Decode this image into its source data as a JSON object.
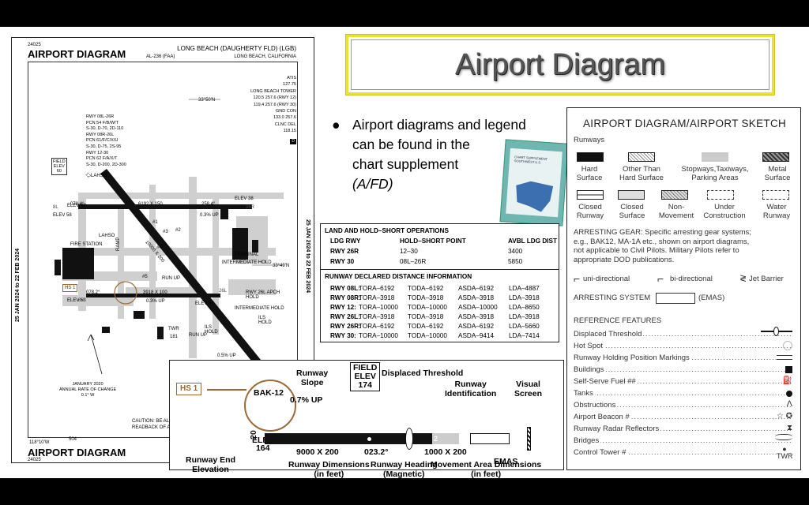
{
  "title": "Airport Diagram",
  "bullet": {
    "lines": [
      "Airport diagrams and legend",
      "can be found in the",
      "chart supplement"
    ],
    "italic": "(A/FD)"
  },
  "booklet": {
    "title_lines": [
      "CHART SUPPLEMENT",
      "SOUTHWEST U.S."
    ]
  },
  "diagram": {
    "id": "24025",
    "heading": "AIRPORT DIAGRAM",
    "al_number": "AL-236 (FAA)",
    "airport_name": "LONG BEACH (DAUGHERTY FLD) (LGB)",
    "airport_city": "LONG BEACH, CALIFORNIA",
    "frequencies": [
      "ATIS",
      "127.75",
      "LONG BEACH TOWER",
      "120.5 257.6 (RWY 12)",
      "119.4 257.6 (RWY 30)",
      "GND CON",
      "133.0 257.6",
      "CLNC DEL",
      "118.15"
    ],
    "cpdlc": "D",
    "pcn": [
      "RWY 08L-26R",
      "PCN 54 F/B/W/T",
      "S-30, D-70, 2D-110",
      "RWY 08R-26L",
      "PCN 61/F/C/X/U",
      "S-30, D-75, 2S-95",
      "RWY 12-30",
      "PCN 62 F/A/X/T",
      "S-30, D-200, 2D-300"
    ],
    "lat_top": "33°50'N",
    "lat_mid": "33°49'N",
    "field_elev": [
      "FIELD",
      "ELEV",
      "60"
    ],
    "elev_labels": [
      "ELEV 58",
      "ELEV 38",
      "ELEV 53",
      "ELEV 57",
      "ELEV 38"
    ],
    "rwy_dims": [
      "6192 X 150",
      "3918 X 100",
      "10000 X 200"
    ],
    "headings": [
      "078.4°",
      "258.4°",
      "078.2°"
    ],
    "slopes": [
      "0.3% UP",
      "0.5% UP",
      "0.3% UP"
    ],
    "labels": [
      "LAHSO",
      "FIRE STATION",
      "TERMINAL",
      "INTERMEDIATE HOLD",
      "RWY 26L APCH HOLD",
      "INTERMEDIATE HOLD",
      "ILS HOLD",
      "RUN UP",
      "TWR",
      "RUN UP",
      "ILS HOLD",
      "RAMP",
      "LAHSO"
    ],
    "hot_spots": [
      "HS 1",
      "#1",
      "#2",
      "#3",
      "#4",
      "#5"
    ],
    "rwy_numbers": [
      "8L",
      "26R",
      "8R",
      "26L",
      "12",
      "30"
    ],
    "twr_elev": "181",
    "mag_var": [
      "JANUARY 2020",
      "ANNUAL RATE OF CHANGE",
      "0.1° W"
    ],
    "caution": [
      "CAUTION: BE AL",
      "READBACK OF A"
    ],
    "date_left": "25 JAN 2024 to 22 FEB 2024",
    "date_right": "25 JAN 2024 to 22 FEB 2024",
    "longitude": "118°10'W",
    "beacon": "504",
    "footer_heading": "AIRPORT DIAGRAM",
    "footer_id": "24025"
  },
  "lahso_table": {
    "title": "LAND AND HOLD–SHORT OPERATIONS",
    "headers": [
      "LDG RWY",
      "HOLD–SHORT POINT",
      "AVBL LDG DIST"
    ],
    "rows": [
      [
        "RWY 26R",
        "12–30",
        "3400"
      ],
      [
        "RWY 30",
        "08L–26R",
        "5850"
      ]
    ],
    "declared_title": "RUNWAY DECLARED DISTANCE INFORMATION",
    "declared_rows": [
      [
        "RWY 08L:",
        "TORA–6192",
        "TODA–6192",
        "ASDA–6192",
        "LDA–4887"
      ],
      [
        "RWY 08R:",
        "TORA–3918",
        "TODA–3918",
        "ASDA–3918",
        "LDA–3918"
      ],
      [
        "RWY 12:",
        "TORA–10000",
        "TODA–10000",
        "ASDA–10000",
        "LDA–8650"
      ],
      [
        "RWY 26L:",
        "TORA–3918",
        "TODA–3918",
        "ASDA–3918",
        "LDA–3918"
      ],
      [
        "RWY 26R:",
        "TORA–6192",
        "TODA–6192",
        "ASDA–6192",
        "LDA–5660"
      ],
      [
        "RWY 30:",
        "TORA–10000",
        "TODA–10000",
        "ASDA–9414",
        "LDA–7414"
      ]
    ]
  },
  "legend": {
    "heading": "AIRPORT DIAGRAM/AIRPORT SKETCH",
    "runways_label": "Runways",
    "row1": [
      [
        "Hard",
        "Surface"
      ],
      [
        "Other Than",
        "Hard Surface"
      ],
      [
        "Stopways,Taxiways,",
        "Parking Areas"
      ],
      [
        "Metal",
        "Surface"
      ]
    ],
    "row2": [
      [
        "Closed",
        "Runway"
      ],
      [
        "Closed",
        "Surface"
      ],
      [
        "Non-",
        "Movement"
      ],
      [
        "Under",
        "Construction"
      ],
      [
        "Water",
        "Runway"
      ]
    ],
    "arresting_text": [
      "ARRESTING GEAR: Specific arresting gear systems;",
      "e.g., BAK12, MA-1A etc., shown on airport diagrams,",
      "not applicable to Civil Pilots. Military Pilots refer to",
      "appropriate DOD publications."
    ],
    "uni": "uni-directional",
    "bi": "bi-directional",
    "jet": "Jet Barrier",
    "arresting_system": "ARRESTING SYSTEM",
    "emas": "(EMAS)",
    "reference_heading": "REFERENCE FEATURES",
    "reference": [
      "Displaced Threshold",
      "Hot Spot",
      "Runway Holding Position Markings",
      "Buildings",
      "Self-Serve Fuel ##",
      "Tanks",
      "Obstructions",
      "Airport Beacon #",
      "Runway Radar Reflectors",
      "Bridges",
      "Control Tower #"
    ],
    "twr_symbol": "TWR"
  },
  "example": {
    "hs": "HS 1",
    "bak": "BAK-12",
    "rwy_num": "20",
    "elev": [
      "ELEV",
      "164"
    ],
    "slope_label": [
      "Runway",
      "Slope"
    ],
    "slope": "0.7% UP",
    "field_elev": [
      "FIELD",
      "ELEV",
      "174"
    ],
    "displaced": "Displaced Threshold",
    "rwy_id": [
      "Runway",
      "Identification"
    ],
    "visual_screen": [
      "Visual",
      "Screen"
    ],
    "dims": "9000 X 200",
    "heading": "023.2°",
    "movement_dims": "1000 X 200",
    "emas": "EMAS",
    "rwy_end_elev": [
      "Runway End",
      "Elevation"
    ],
    "rwy_dims_label": [
      "Runway Dimensions",
      "(in feet)"
    ],
    "rwy_heading_label": [
      "Runway Heading",
      "(Magnetic)"
    ],
    "movement_label": [
      "Movement Area Dimensions",
      "(in feet)"
    ],
    "id_num": "2"
  },
  "colors": {
    "title_border": "#e9e233",
    "hot_spot": "#9a6a3a",
    "booklet": "#6fb6b0"
  }
}
